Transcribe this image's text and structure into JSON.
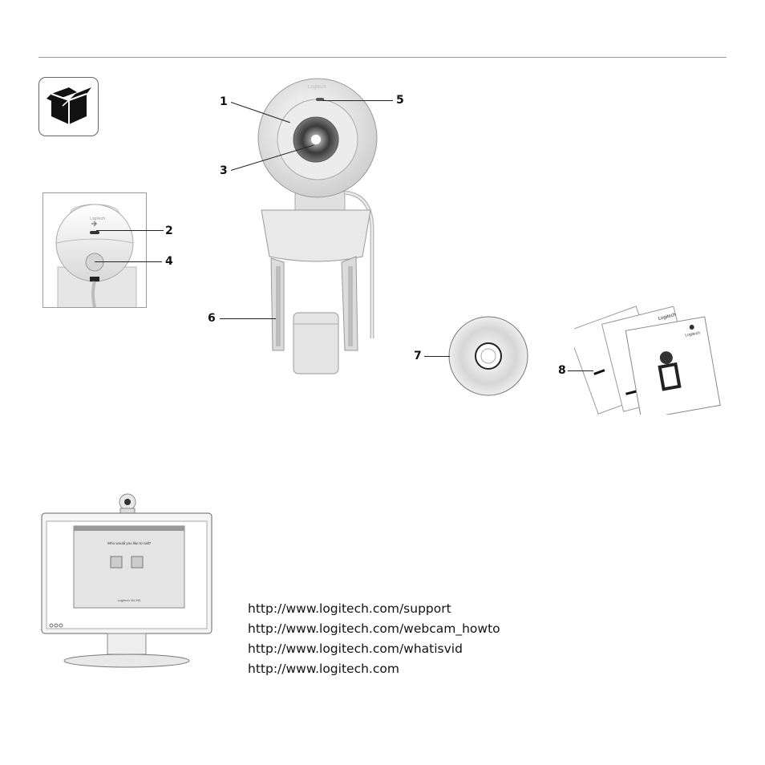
{
  "callouts": {
    "c1": "1",
    "c2": "2",
    "c3": "3",
    "c4": "4",
    "c5": "5",
    "c6": "6",
    "c7": "7",
    "c8": "8"
  },
  "monitor_screen": {
    "prompt": "Who would you like to call?",
    "footer": "Logitech Vid HD"
  },
  "links": [
    "http://www.logitech.com/support",
    "http://www.logitech.com/webcam_howto",
    "http://www.logitech.com/whatisvid",
    "http://www.logitech.com"
  ],
  "icons": {
    "box": "open-box-icon",
    "logo": "logitech-logo-icon"
  }
}
